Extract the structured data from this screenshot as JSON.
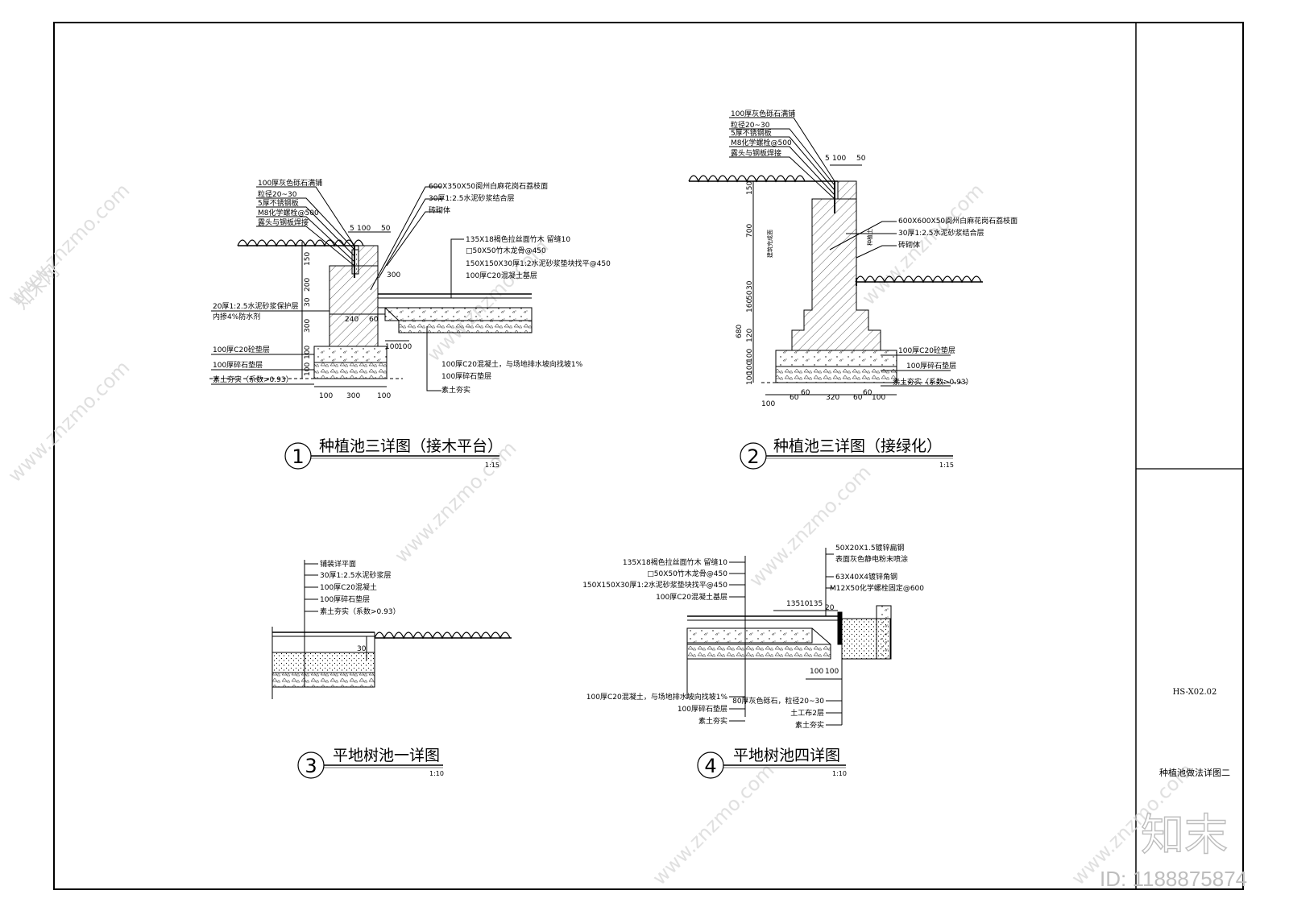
{
  "sheet": {
    "code": "HS-X02.02",
    "title": "种植池做法详图二"
  },
  "detail1": {
    "number": "1",
    "title": "种植池三详图（接木平台）",
    "scale": "1:15",
    "left_labels": [
      "100厚灰色砾石满铺",
      "粒径20~30",
      "5厚不锈钢板",
      "M8化学螺栓@500",
      "露头与钢板焊接"
    ],
    "right_labels": [
      "600X350X50阆州白麻花岗石荔枝面",
      "30厚1:2.5水泥砂浆结合层",
      "砖砌体"
    ],
    "deck_labels": [
      "135X18褐色拉丝面竹木  留缝10",
      "□50X50竹木龙骨@450",
      "150X150X30厚1:2水泥砂浆垫块找平@450",
      "100厚C20混凝土基层"
    ],
    "side_labels": [
      "20厚1:2.5水泥砂浆保护层",
      "内掺4%防水剂"
    ],
    "base_labels": [
      "100厚C20砼垫层",
      "100厚碎石垫层",
      "素土夯实（系数>0.93）"
    ],
    "bottom_labels": [
      "100厚C20混凝土，与场地排水坡向找坡1%",
      "100厚碎石垫层",
      "素土夯实"
    ],
    "dims_top": [
      "5",
      "100",
      "50"
    ],
    "dims_vert": [
      "150",
      "200",
      "30",
      "300",
      "100",
      "100"
    ],
    "dims_mid": [
      "240",
      "60",
      "300",
      "100",
      "100"
    ],
    "dims_bottom": [
      "100",
      "300",
      "100"
    ]
  },
  "detail2": {
    "number": "2",
    "title": "种植池三详图（接绿化）",
    "scale": "1:15",
    "top_labels": [
      "100厚灰色砾石满铺",
      "粒径20~30",
      "5厚不锈钢板",
      "M8化学螺栓@500",
      "露头与钢板焊接"
    ],
    "right_labels": [
      "600X600X50阆州白麻花岗石荔枝面",
      "30厚1:2.5水泥砂浆结合层",
      "砖砌体"
    ],
    "base_labels": [
      "100厚C20砼垫层",
      "100厚碎石垫层",
      "素土夯实（系数>0.93）"
    ],
    "dims_top": [
      "5",
      "100",
      "50"
    ],
    "dims_vert": [
      "150",
      "700",
      "30",
      "50",
      "160",
      "120",
      "680",
      "100",
      "100",
      "100"
    ],
    "dims_bottom": [
      "100",
      "60",
      "60",
      "320",
      "60",
      "60",
      "100"
    ],
    "side_tags": [
      "种植土",
      "建筑完成面"
    ]
  },
  "detail3": {
    "number": "3",
    "title": "平地树池一详图",
    "scale": "1:10",
    "labels": [
      "铺装详平面",
      "30厚1:2.5水泥砂浆层",
      "100厚C20混凝土",
      "100厚碎石垫层",
      "素土夯实（系数>0.93）"
    ],
    "dim": "30"
  },
  "detail4": {
    "number": "4",
    "title": "平地树池四详图",
    "scale": "1:10",
    "left_labels": [
      "135X18褐色拉丝面竹木  留缝10",
      "□50X50竹木龙骨@450",
      "150X150X30厚1:2水泥砂浆垫块找平@450",
      "100厚C20混凝土基层"
    ],
    "right_labels": [
      "50X20X1.5镀锌扁钢",
      "表面灰色静电粉末喷涂",
      "63X40X4镀锌角钢",
      "M12X50化学螺栓固定@600"
    ],
    "bottom_left": [
      "100厚C20混凝土，与场地排水坡向找坡1%",
      "100厚碎石垫层",
      "素土夯实"
    ],
    "bottom_right": [
      "80厚灰色砾石，粒径20~30",
      "土工布2层",
      "素土夯实"
    ],
    "dims": [
      "135",
      "10",
      "135",
      "20",
      "100",
      "100"
    ]
  },
  "watermark": {
    "site": "www.znzmo.com",
    "brand": "知末网",
    "logo": "知末",
    "id": "ID: 1188875874"
  }
}
